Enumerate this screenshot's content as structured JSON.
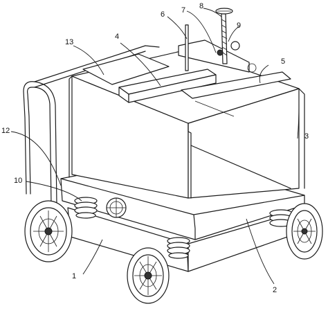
{
  "labels": {
    "p1": "1",
    "p2": "2",
    "p3": "3",
    "p4": "4",
    "p5": "5",
    "p6": "6",
    "p7": "7",
    "p8": "8",
    "p9": "9",
    "p10": "10",
    "p12": "12",
    "p13": "13"
  }
}
